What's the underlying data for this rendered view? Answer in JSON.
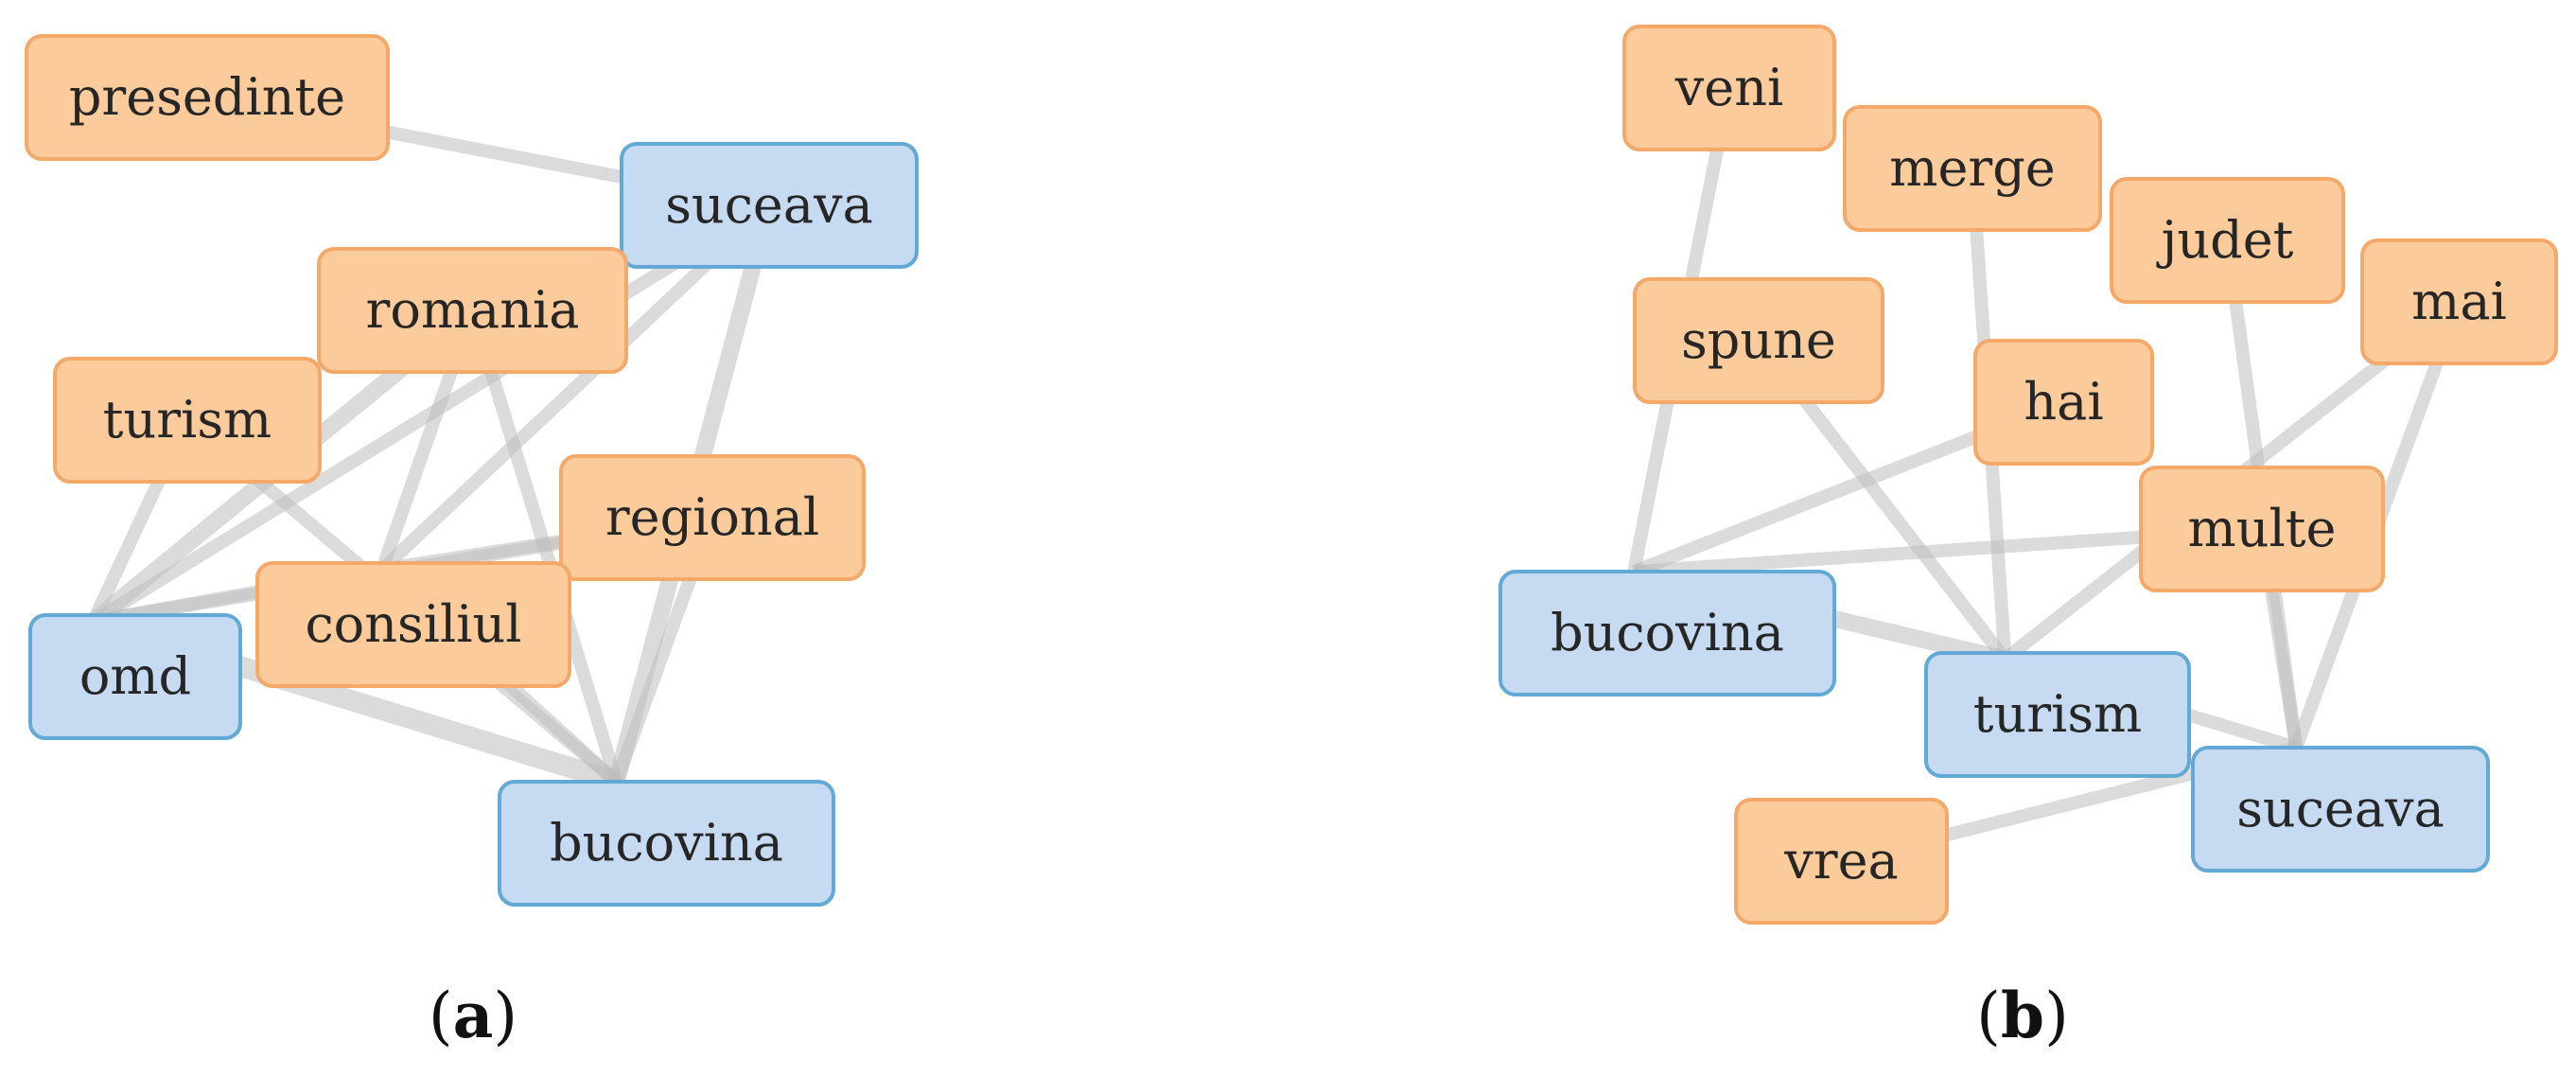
{
  "colors": {
    "orange_fill": "#fccb9b",
    "orange_border": "#f4a96a",
    "blue_fill": "#c6daf2",
    "blue_border": "#62a9d6",
    "edge": "#bdbdbd"
  },
  "panels": [
    {
      "id": "a",
      "caption_letter": "a",
      "nodes": [
        {
          "id": "presedinte",
          "label": "presedinte",
          "group": "orange"
        },
        {
          "id": "suceava",
          "label": "suceava",
          "group": "blue"
        },
        {
          "id": "romania",
          "label": "romania",
          "group": "orange"
        },
        {
          "id": "turism",
          "label": "turism",
          "group": "orange"
        },
        {
          "id": "regional",
          "label": "regional",
          "group": "orange"
        },
        {
          "id": "consiliul",
          "label": "consiliul",
          "group": "orange"
        },
        {
          "id": "omd",
          "label": "omd",
          "group": "blue"
        },
        {
          "id": "bucovina",
          "label": "bucovina",
          "group": "blue"
        }
      ],
      "edges": [
        {
          "source": "presedinte",
          "target": "suceava",
          "weight": 2
        },
        {
          "source": "suceava",
          "target": "omd",
          "weight": 2
        },
        {
          "source": "suceava",
          "target": "consiliul",
          "weight": 2
        },
        {
          "source": "suceava",
          "target": "bucovina",
          "weight": 3
        },
        {
          "source": "romania",
          "target": "omd",
          "weight": 3
        },
        {
          "source": "romania",
          "target": "consiliul",
          "weight": 2
        },
        {
          "source": "romania",
          "target": "bucovina",
          "weight": 2
        },
        {
          "source": "turism",
          "target": "omd",
          "weight": 2
        },
        {
          "source": "turism",
          "target": "bucovina",
          "weight": 2
        },
        {
          "source": "regional",
          "target": "omd",
          "weight": 2
        },
        {
          "source": "regional",
          "target": "consiliul",
          "weight": 2
        },
        {
          "source": "regional",
          "target": "bucovina",
          "weight": 2
        },
        {
          "source": "consiliul",
          "target": "omd",
          "weight": 2
        },
        {
          "source": "consiliul",
          "target": "bucovina",
          "weight": 2
        },
        {
          "source": "omd",
          "target": "bucovina",
          "weight": 4
        }
      ]
    },
    {
      "id": "b",
      "caption_letter": "b",
      "nodes": [
        {
          "id": "veni",
          "label": "veni",
          "group": "orange"
        },
        {
          "id": "merge",
          "label": "merge",
          "group": "orange"
        },
        {
          "id": "judet",
          "label": "judet",
          "group": "orange"
        },
        {
          "id": "mai",
          "label": "mai",
          "group": "orange"
        },
        {
          "id": "spune",
          "label": "spune",
          "group": "orange"
        },
        {
          "id": "hai",
          "label": "hai",
          "group": "orange"
        },
        {
          "id": "multe",
          "label": "multe",
          "group": "orange"
        },
        {
          "id": "bucovina",
          "label": "bucovina",
          "group": "blue"
        },
        {
          "id": "turism",
          "label": "turism",
          "group": "blue"
        },
        {
          "id": "suceava",
          "label": "suceava",
          "group": "blue"
        },
        {
          "id": "vrea",
          "label": "vrea",
          "group": "orange"
        }
      ],
      "edges": [
        {
          "source": "veni",
          "target": "bucovina",
          "weight": 2
        },
        {
          "source": "merge",
          "target": "turism",
          "weight": 2
        },
        {
          "source": "judet",
          "target": "suceava",
          "weight": 2
        },
        {
          "source": "mai",
          "target": "turism",
          "weight": 2
        },
        {
          "source": "mai",
          "target": "suceava",
          "weight": 2
        },
        {
          "source": "spune",
          "target": "turism",
          "weight": 2
        },
        {
          "source": "hai",
          "target": "bucovina",
          "weight": 2
        },
        {
          "source": "multe",
          "target": "bucovina",
          "weight": 2
        },
        {
          "source": "multe",
          "target": "suceava",
          "weight": 2
        },
        {
          "source": "bucovina",
          "target": "turism",
          "weight": 3
        },
        {
          "source": "turism",
          "target": "suceava",
          "weight": 2
        },
        {
          "source": "vrea",
          "target": "suceava",
          "weight": 2
        }
      ]
    }
  ]
}
